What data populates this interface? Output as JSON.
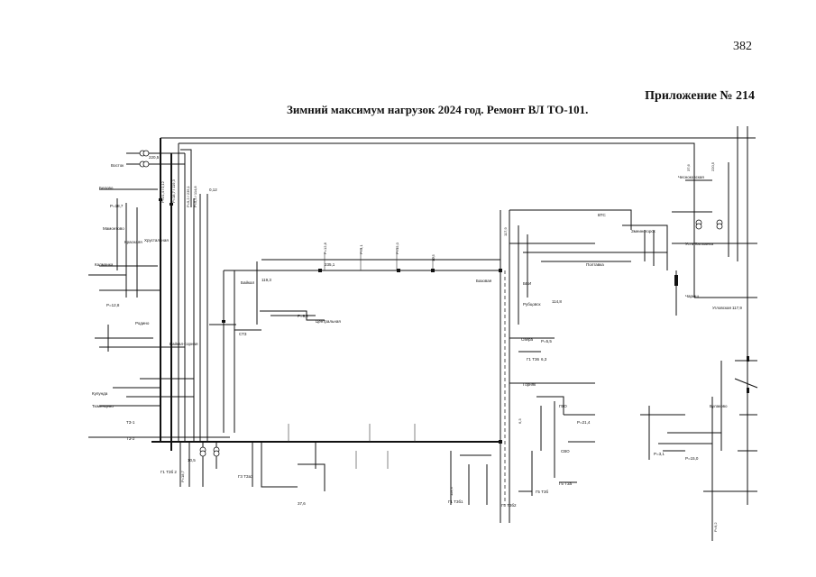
{
  "page": {
    "number": "382",
    "appendix": "Приложение № 214",
    "title": "Зимний максимум нагрузок 2024 год. Ремонт ВЛ ТО-101."
  },
  "labels": {
    "krasnaya": "Краснаяя",
    "central": "Центральная",
    "baikal": "Байкал",
    "hrustalnaya": "Хрустальная",
    "baikal_sh": "Байкал-сорная",
    "g1_t36": "Г1 Т36",
    "g1_t3b2": "Г1 ТЗб 2",
    "g3_t3a3": "Г3 ТЗа3",
    "g1_t3b1": "Г1 Т3б1",
    "g5_t3b2": "Г5 Т3б2",
    "g5_t3b": "Г5 Т3б",
    "g5_t3a": "Г5 Т3а",
    "sts": "СТЗ",
    "chesnokovskaya": "Чесноковская",
    "poltavka": "Полтавка",
    "rubtsovsk": "Рубцовск",
    "gornyak": "Горняк",
    "bvi": "БВИ",
    "vostok": "Восток",
    "gvo": "ГВО",
    "svo": "СВО",
    "bazovaya": "Базовая",
    "vts": "ВТС",
    "zmeinogorsk": "Змеиногорск",
    "ust_kalmanka": "Усть-Калманка",
    "kalmanka": "Калманка",
    "charysh": "Чарыш",
    "uglovskaya": "Угловская",
    "rodino": "Родино",
    "mamontovo": "Мамонтово",
    "tsi": "ТЗ-1",
    "ts2": "ТЗ-2",
    "belovo": "Белово",
    "tyumentsevo": "Тюменцево",
    "kulunda": "Кулунда",
    "bulakovo": "Булаково",
    "ozera": "Озера",
    "n1": "220,5",
    "n2": "Р=18,7",
    "n3": "0,12",
    "n4": "Р=12,8",
    "n5": "119,3",
    "n6": "Р=9,2",
    "n7": "235,1",
    "n8": "Р=5,5",
    "n9": "114,8",
    "n10": "Р=21,4",
    "n11": "6,3",
    "n12": "Р=3,1",
    "n13": "117,9",
    "n14": "10,5",
    "n15": "37,6",
    "n16": "Р=15,0"
  }
}
